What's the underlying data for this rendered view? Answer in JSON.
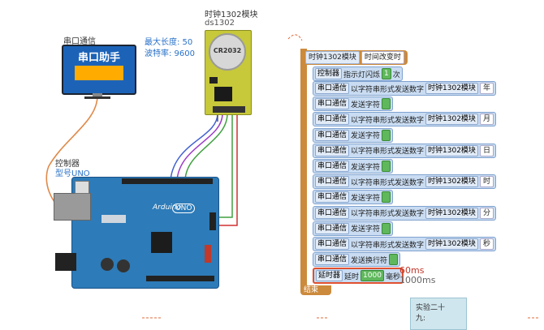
{
  "serial": {
    "label": "串口通信",
    "screen_title": "串口助手",
    "max_len": "最大长度: 50",
    "baud": "波特率: 9600"
  },
  "rtc": {
    "title": "时钟1302模块",
    "model": "ds1302",
    "battery": "CR2032"
  },
  "controller": {
    "label": "控制器",
    "model": "型号UNO"
  },
  "board": {
    "brand": "Arduino",
    "model": "UNO"
  },
  "blocks": {
    "hat_chip": "时钟1302模块",
    "hat_event": "时间改变时",
    "led_ctrl": "控制器",
    "led_text": "指示灯闪烁",
    "led_count": "1",
    "led_unit": "次",
    "rows": [
      {
        "a": "串口通信",
        "b": "以字符串形式发送数字",
        "c": "时钟1302模块",
        "d": "年"
      },
      {
        "a": "串口通信",
        "b": "发送字符",
        "c": "",
        "d": ""
      },
      {
        "a": "串口通信",
        "b": "以字符串形式发送数字",
        "c": "时钟1302模块",
        "d": "月"
      },
      {
        "a": "串口通信",
        "b": "发送字符",
        "c": "",
        "d": ""
      },
      {
        "a": "串口通信",
        "b": "以字符串形式发送数字",
        "c": "时钟1302模块",
        "d": "日"
      },
      {
        "a": "串口通信",
        "b": "发送字符",
        "c": "",
        "d": ""
      },
      {
        "a": "串口通信",
        "b": "以字符串形式发送数字",
        "c": "时钟1302模块",
        "d": "时"
      },
      {
        "a": "串口通信",
        "b": "发送字符",
        "c": "",
        "d": ""
      },
      {
        "a": "串口通信",
        "b": "以字符串形式发送数字",
        "c": "时钟1302模块",
        "d": "分"
      },
      {
        "a": "串口通信",
        "b": "发送字符",
        "c": "",
        "d": ""
      },
      {
        "a": "串口通信",
        "b": "以字符串形式发送数字",
        "c": "时钟1302模块",
        "d": "秒"
      },
      {
        "a": "串口通信",
        "b": "发送换行符",
        "c": "",
        "d": ""
      }
    ],
    "delay_ctrl": "延时器",
    "delay_text": "延时",
    "delay_value": "1000",
    "delay_unit": "毫秒",
    "delay_note1": "60ms",
    "delay_note2": "1000ms",
    "end": "结束"
  },
  "note": {
    "line1": "实验二十",
    "line2": "九:"
  },
  "colors": {
    "hat": "#cc8a3c",
    "row": "#c9dcf2",
    "accent": "#ffab00",
    "board": "#2d7bb8",
    "highlight": "#e05030"
  }
}
